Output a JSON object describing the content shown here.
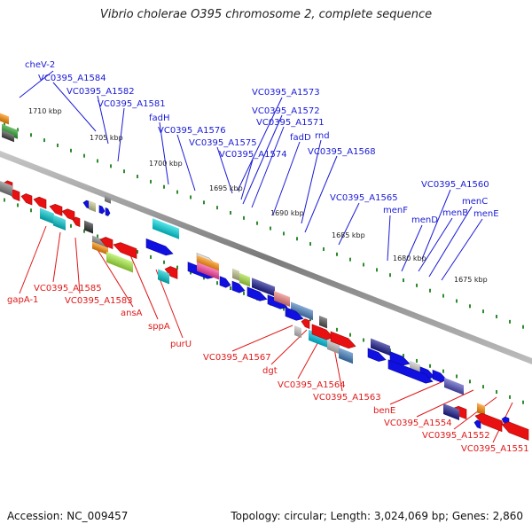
{
  "title": "Vibrio cholerae O395 chromosome 2, complete sequence",
  "footer": {
    "accession": "Accession: NC_009457",
    "info": "Topology: circular; Length: 3,024,069 bp; Genes: 2,860"
  },
  "colors": {
    "forward_label": "#1a1ad6",
    "reverse_label": "#e01818",
    "backbone": "#808080",
    "tick": "#2e8b2e"
  },
  "ticks": [
    "1710 kbp",
    "1705 kbp",
    "1700 kbp",
    "1695 kbp",
    "1690 kbp",
    "1685 kbp",
    "1680 kbp",
    "1675 kbp"
  ],
  "forward_labels": [
    "cheV-2",
    "VC0395_A1584",
    "VC0395_A1582",
    "VC0395_A1581",
    "fadH",
    "VC0395_A1576",
    "VC0395_A1575",
    "VC0395_A1574",
    "VC0395_A1573",
    "VC0395_A1572",
    "VC0395_A1571",
    "fadD",
    "rnd",
    "VC0395_A1568",
    "VC0395_A1565",
    "menF",
    "menD",
    "menB",
    "menC",
    "menE",
    "VC0395_A1560"
  ],
  "reverse_labels": [
    "gapA-1",
    "VC0395_A1585",
    "VC0395_A1583",
    "ansA",
    "sppA",
    "purU",
    "VC0395_A1567",
    "dgt",
    "VC0395_A1564",
    "VC0395_A1563",
    "benE",
    "VC0395_A1554",
    "VC0395_A1552",
    "VC0395_A1551"
  ]
}
